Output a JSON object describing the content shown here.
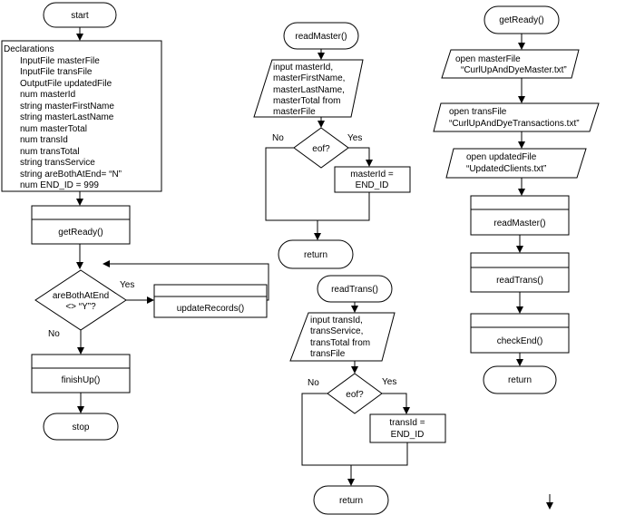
{
  "main": {
    "start": "start",
    "declarations_title": "Declarations",
    "declarations": [
      "InputFile masterFile",
      "InputFile transFile",
      "OutputFile updatedFile",
      "num masterId",
      "string masterFirstName",
      "string masterLastName",
      "num masterTotal",
      "num transId",
      "num transTotal",
      "string transService",
      "string areBothAtEnd= “N”",
      "num END_ID = 999"
    ],
    "get_ready": "getReady()",
    "decision_line1": "areBothAtEnd",
    "decision_line2": "<> “Y”?",
    "yes": "Yes",
    "no": "No",
    "update_records": "updateRecords()",
    "finish_up": "finishUp()",
    "stop": "stop"
  },
  "read_master": {
    "title": "readMaster()",
    "input_lines": [
      "input masterId,",
      "masterFirstName,",
      "masterLastName,",
      "masterTotal from",
      "masterFile"
    ],
    "decision": "eof?",
    "no": "No",
    "yes": "Yes",
    "assign_line1": "masterId =",
    "assign_line2": "END_ID",
    "return": "return"
  },
  "read_trans": {
    "title": "readTrans()",
    "input_lines": [
      "input transId,",
      "transService,",
      "transTotal from",
      "transFile"
    ],
    "decision": "eof?",
    "no": "No",
    "yes": "Yes",
    "assign_line1": "transId =",
    "assign_line2": "END_ID",
    "return": "return"
  },
  "get_ready_module": {
    "title": "getReady()",
    "open1_line1": "open masterFile",
    "open1_line2": "“CurlUpAndDyeMaster.txt”",
    "open2_line1": "open transFile",
    "open2_line2": "“CurlUpAndDyeTransactions.txt”",
    "open3_line1": "open updatedFile",
    "open3_line2": "“UpdatedClients.txt”",
    "read_master": "readMaster()",
    "read_trans": "readTrans()",
    "check_end": "checkEnd()",
    "return": "return"
  }
}
